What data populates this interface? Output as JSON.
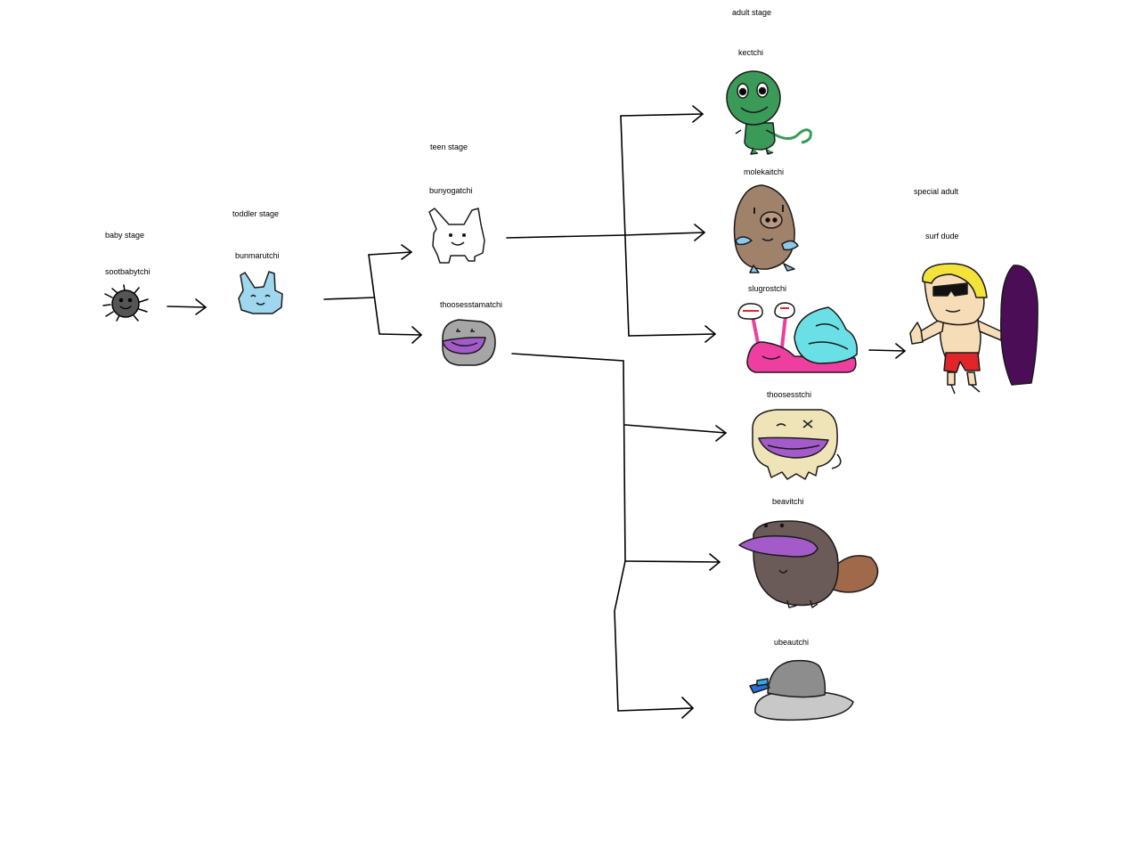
{
  "stages": {
    "baby": "baby stage",
    "toddler": "toddler stage",
    "teen": "teen stage",
    "adult": "adult stage",
    "special_adult": "special adult"
  },
  "characters": {
    "sootbabytchi": "sootbabytchi",
    "bunmarutchi": "bunmarutchi",
    "bunyogatchi": "bunyogatchi",
    "thoosesstamatchi": "thoosesstamatchi",
    "kectchi": "kectchi",
    "molekaitchi": "molekaitchi",
    "slugrostchi": "slugrostchi",
    "thoosesstchi": "thoosesstchi",
    "beavitchi": "beavitchi",
    "ubeautchi": "ubeautchi",
    "surf_dude": "surf dude"
  },
  "colors": {
    "soot": "#555555",
    "bunmaru": "#9fd7ee",
    "kectchi": "#3a9a58",
    "molekai": "#a0816a",
    "slug_body": "#ee3fa0",
    "slug_shell": "#6ae0e6",
    "thoosess_face": "#efe4b8",
    "purple": "#a35bc9",
    "beavi": "#6a5a58",
    "beavi_tail": "#a0694a",
    "ubeau_hat": "#8d8d8d",
    "ubeau_brim": "#c8c8c8",
    "surf_hair": "#f3e23a",
    "surf_skin": "#f7ddb7",
    "surf_board": "#4a0d56",
    "surf_shorts": "#e1262a"
  }
}
